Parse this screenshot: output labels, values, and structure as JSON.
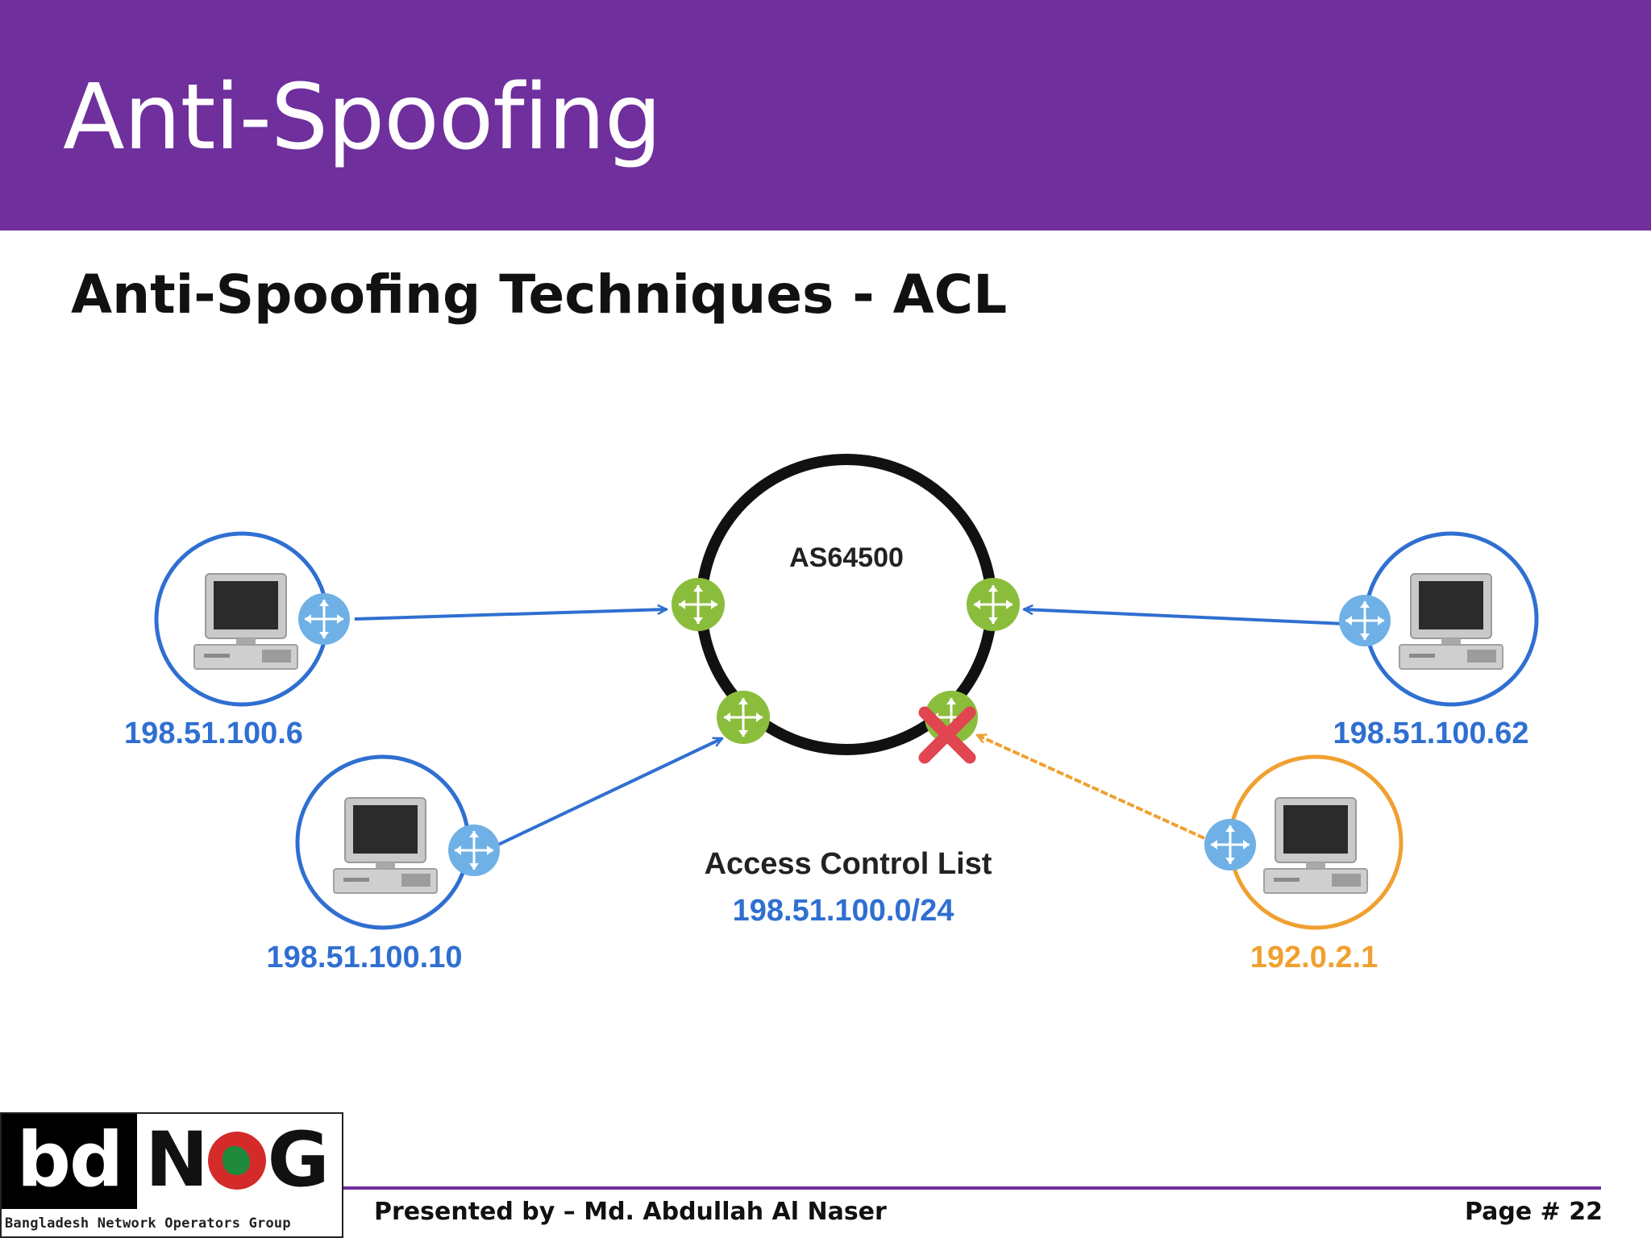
{
  "slide": {
    "title": "Anti-Spoofing",
    "subtitle": "Anti-Spoofing Techniques - ACL"
  },
  "diagram": {
    "as_label": "AS64500",
    "acl_title": "Access Control List",
    "acl_prefix": "198.51.100.0/24",
    "hosts": [
      {
        "ip": "198.51.100.6",
        "status": "allowed"
      },
      {
        "ip": "198.51.100.10",
        "status": "allowed"
      },
      {
        "ip": "198.51.100.62",
        "status": "allowed"
      },
      {
        "ip": "192.0.2.1",
        "status": "blocked"
      }
    ],
    "colors": {
      "allowed": "#2f6fd1",
      "blocked": "#f0a030",
      "router_edge": "#8bbd3c",
      "router_host": "#6fb1e6",
      "block_mark": "#e04550"
    }
  },
  "footer": {
    "logo_caption": "Bangladesh Network Operators Group",
    "presenter": "Presented by – Md. Abdullah Al Naser",
    "page": "Page # 22"
  }
}
